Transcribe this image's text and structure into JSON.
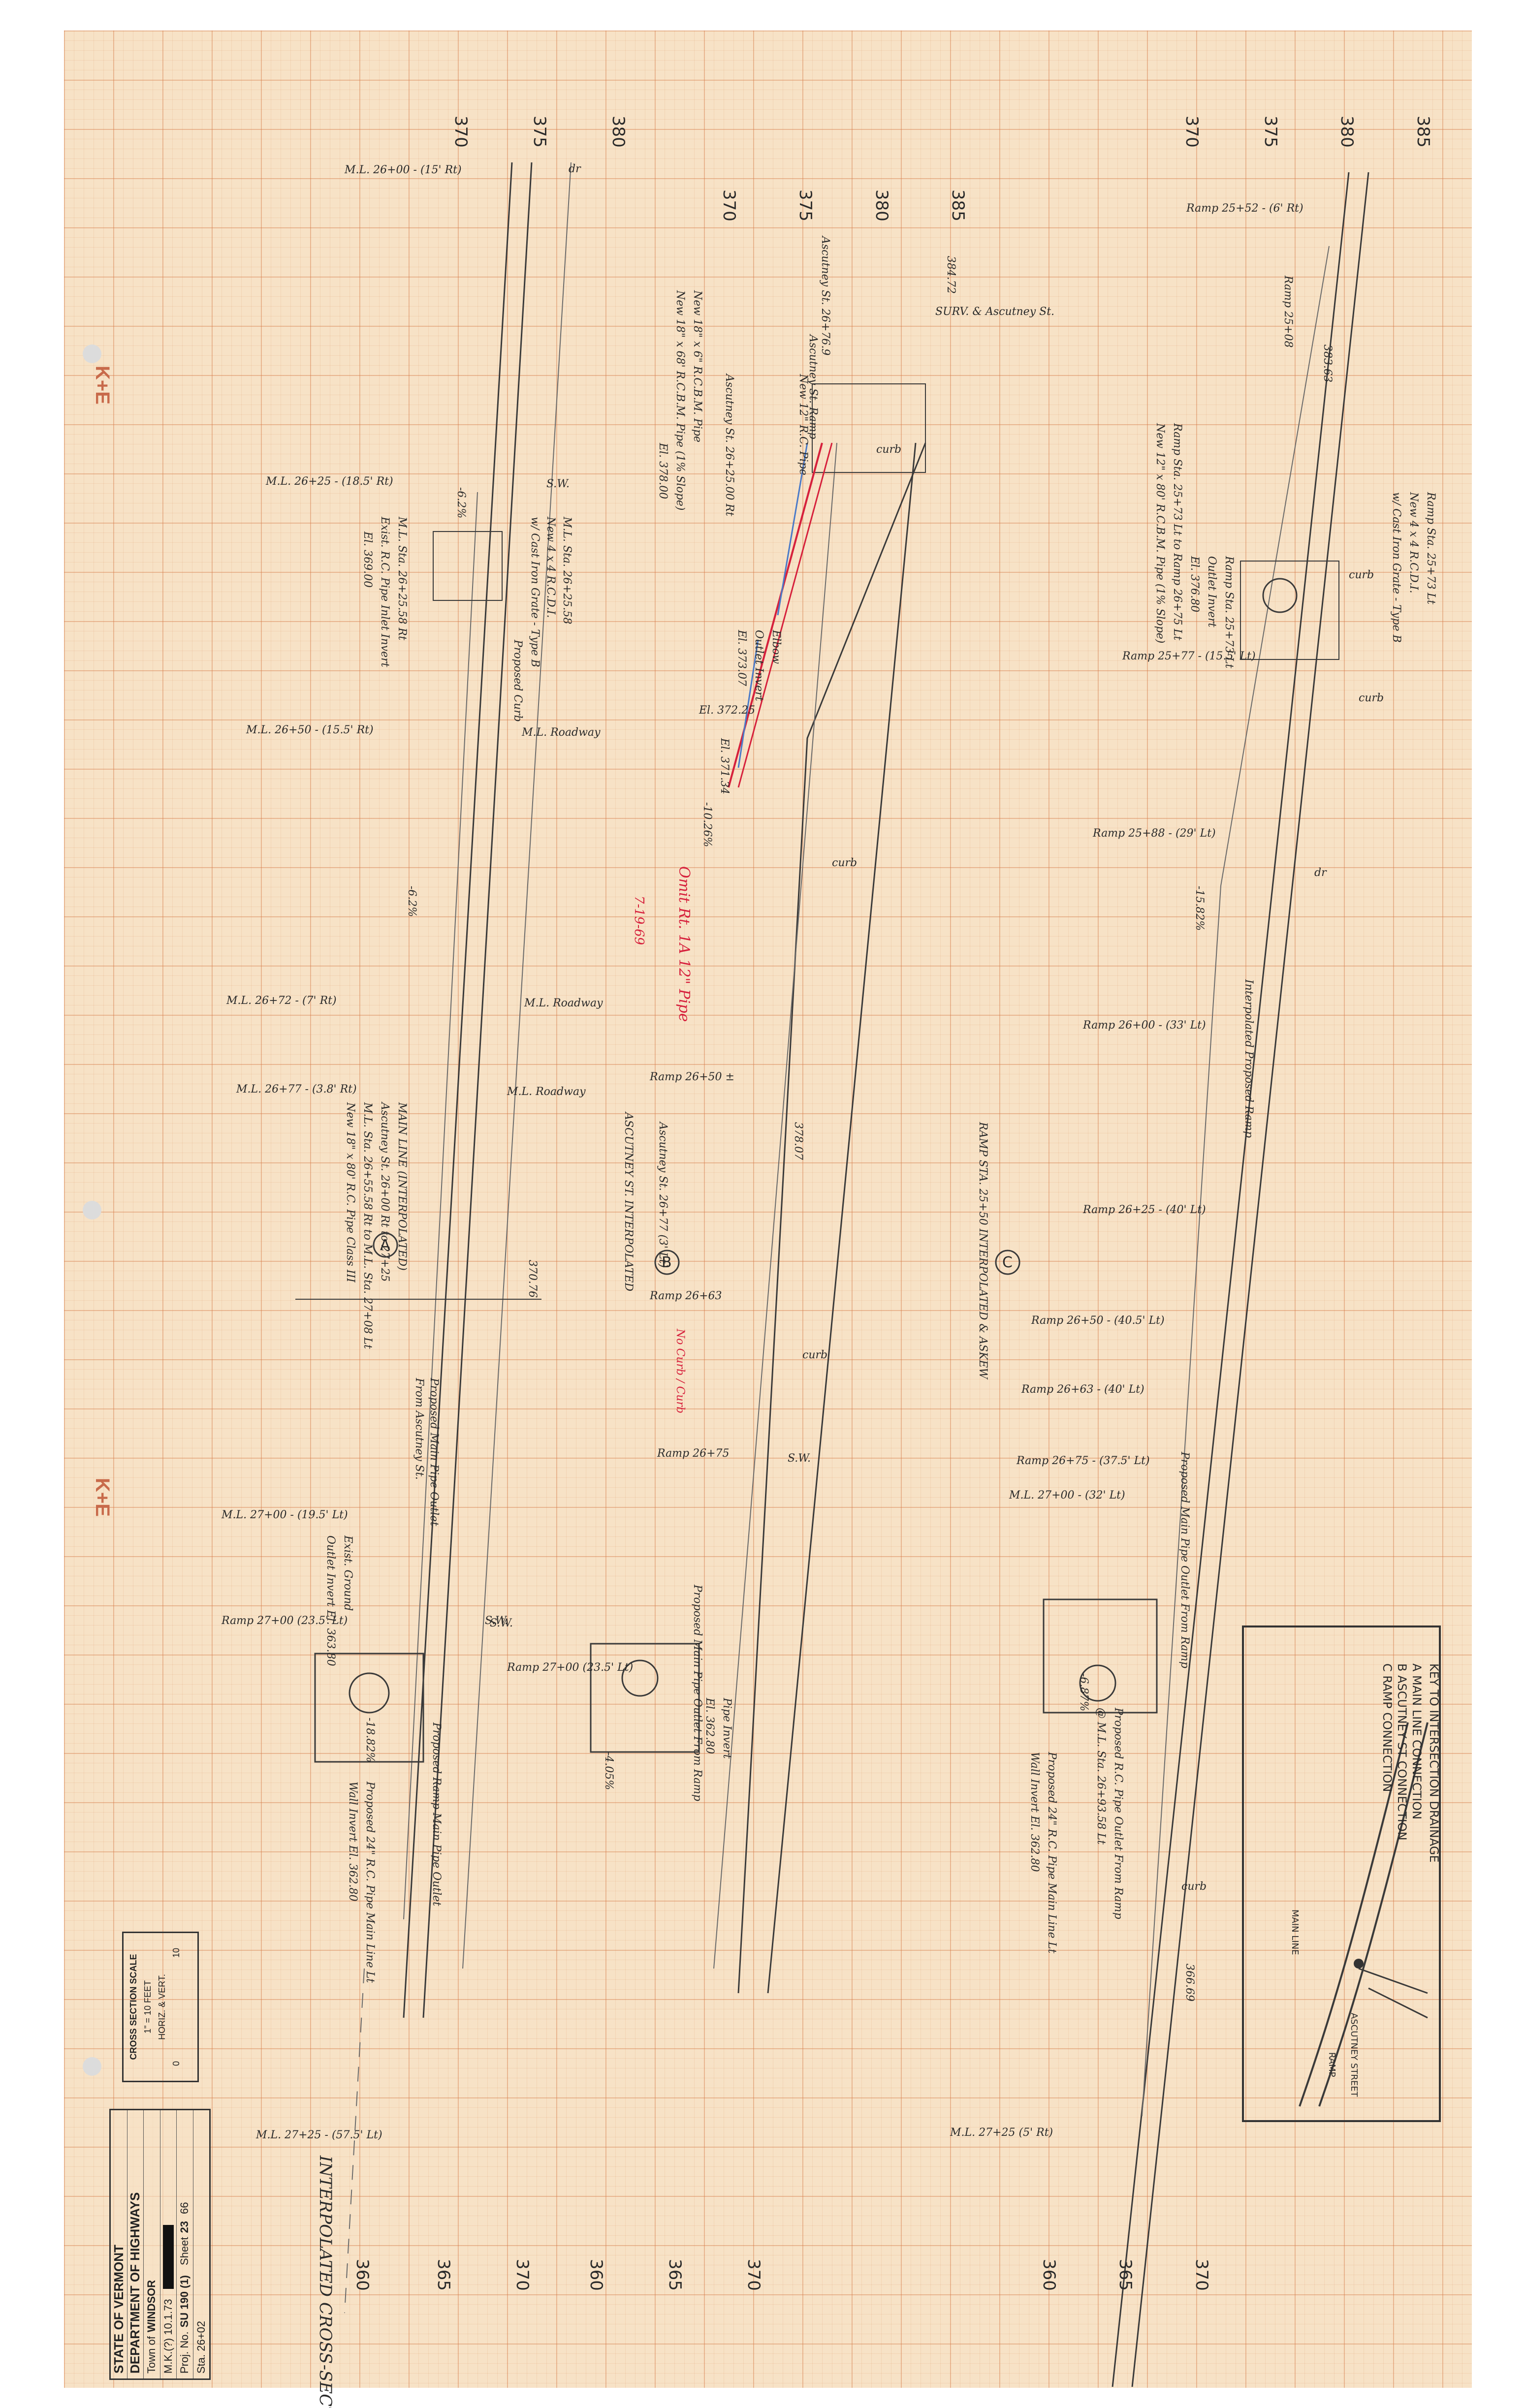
{
  "sheet": {
    "state": "STATE OF VERMONT",
    "department": "DEPARTMENT OF HIGHWAYS",
    "title": "INTERPOLATED CROSS-SECTIONS",
    "town_label": "Town of",
    "town": "WINDSOR",
    "project_label": "Proj. No.",
    "project": "SU 190 (1)",
    "sheet_label": "Sheet",
    "sheet_no": "23",
    "total": "66",
    "sta": "Sta. 26+02",
    "scale_title": "CROSS SECTION SCALE",
    "scale_value": "1\" = 10 FEET",
    "scale_axes": "HORIZ. & VERT.",
    "scale_ticks": [
      "0",
      "10"
    ],
    "drafter": "M.K.(?) 10.1.73",
    "maker_logo": "K+E"
  },
  "elevation_ticks": {
    "top_a": [
      "370",
      "375",
      "380"
    ],
    "top_b": [
      "370",
      "375",
      "380",
      "385"
    ],
    "top_c": [
      "370",
      "375",
      "380",
      "385"
    ],
    "bottom": [
      "360",
      "365",
      "370",
      "360",
      "365",
      "370",
      "360",
      "365",
      "370"
    ]
  },
  "section_a": {
    "stations": [
      "M.L. 26+00 - (15' Rt)",
      "M.L. 26+25 - (18.5' Rt)",
      "M.L. 26+50 - (15.5' Rt)",
      "M.L. 26+72 - (7' Rt)",
      "M.L. 26+77 - (3.8' Rt)",
      "M.L. 27+00 - (19.5' Lt)",
      "Ramp 27+00 (23.5' Lt)",
      "M.L. 27+25 - (57.5' Lt)"
    ],
    "notes": [
      "M.L. Sta. 26+25.58 Rt",
      "Exist. R.C. Pipe Inlet Invert",
      "El. 369.00",
      "M.L. Sta. 26+25.58",
      "New 4 x 4 R.C.D.I.",
      "w/ Cast Iron Grate - Type B",
      "Proposed Curb",
      "M.L. Roadway",
      "M.L. Roadway",
      "M.L. Roadway",
      "MAIN LINE (INTERPOLATED)",
      "Ascutney St. 26+00 Rt to 27+25",
      "M.L. Sta. 26+55.58 Rt to M.L. Sta. 27+08 Lt",
      "New 18\" x 80' R.C. Pipe Class III",
      "Proposed Main Pipe Outlet",
      "From Ascutney St.",
      "Proposed Ramp Main Pipe Outlet",
      "Proposed 24\" R.C. Pipe Main Line Lt",
      "Wall Invert El. 362.80",
      "Exist. Ground",
      "Outlet Invert El. 363.80",
      "-6.2%",
      "-6.2%",
      "-18.82%",
      "dr",
      "S.W.",
      "S.W."
    ],
    "marker": "A",
    "elev": "370.76"
  },
  "section_b": {
    "stations": [
      "Ramp 26+50 ±",
      "Ascutney St. 26+77 (3' Lt)",
      "Ramp 26+63",
      "Ramp 26+75",
      "Ramp 27+00 (23.5' Lt)"
    ],
    "notes": [
      "Ascutney St. 26+76.9",
      "SURV. & Ascutney St.",
      "Ascutney St. Ramp",
      "New 12\" R.C. Pipe",
      "Ascutney St. 26+25.00 Rt",
      "New 18\" x 6\" R.C.B.M. Pipe",
      "New 18\" x 68' R.C.B.M. Pipe (1% Slope)",
      "El. 378.00",
      "Elbow",
      "Outlet Invert",
      "El. 373.07",
      "El. 372.25",
      "El. 371.34",
      "-10.26%",
      "Pipe Invert",
      "El. 362.80",
      "Proposed Main Pipe Outlet From Ramp",
      "-4.05%",
      "curb",
      "curb",
      "curb",
      "S.W.",
      "S.W."
    ],
    "red_notes": [
      "Omit Rt. 1A 12\" Pipe",
      "7-19-69",
      "No Curb / Curb"
    ],
    "marker": "B",
    "elev_top": "384.72",
    "elev_mid": "378.07",
    "lbl_interp": "ASCUTNEY ST. INTERPOLATED"
  },
  "section_c": {
    "stations": [
      "Ramp 25+52 - (6' Rt)",
      "Ramp 25+77 - (15.5' Lt)",
      "Ramp 25+88 - (29' Lt)",
      "Ramp 26+00 - (33' Lt)",
      "Ramp 26+25 - (40' Lt)",
      "Ramp 26+50 - (40.5' Lt)",
      "Ramp 26+63 - (40' Lt)",
      "Ramp 26+75 - (37.5' Lt)",
      "M.L. 27+00 - (32' Lt)",
      "M.L. 27+25 (5' Rt)"
    ],
    "notes": [
      "Ramp 25+08",
      "Ramp Sta. 25+73 Lt",
      "New 4 x 4 R.C.D.I.",
      "w/ Cast Iron Grate - Type B",
      "Ramp Sta. 25+73 Lt",
      "Outlet Invert",
      "El. 376.80",
      "Ramp Sta. 25+73 Lt to Ramp 26+75 Lt",
      "New 12\" x 80' R.C.B.M. Pipe (1% Slope)",
      "Proposed Main Pipe Outlet From Ramp",
      "Proposed R.C. Pipe Outlet From Ramp",
      "@ M.L. Sta. 26+93.58 Lt",
      "Wall Invert El. 362.80",
      "Proposed 24\" R.C. Pipe Main Line Lt",
      "Interpolated Proposed Ramp",
      "-15.82%",
      "-6.87%",
      "curb",
      "curb",
      "curb",
      "dr",
      "383.63",
      "366.69"
    ],
    "marker": "C",
    "lbl_interp": "RAMP STA. 25+50 INTERPOLATED & ASKEW"
  },
  "key": {
    "title": "KEY TO INTERSECTION DRAINAGE",
    "items": [
      "A MAIN LINE CONNECTION",
      "B ASCUTNEY ST CONNECTION",
      "C RAMP CONNECTION"
    ],
    "labels": [
      "MAIN LINE",
      "ASCUTNEY STREET",
      "RAMP"
    ]
  },
  "colors": {
    "paper": "#f7e2c6",
    "grid": "#d67846",
    "ink": "#2a2a2a",
    "red": "#d6203c",
    "blue": "#4a7ac8"
  }
}
